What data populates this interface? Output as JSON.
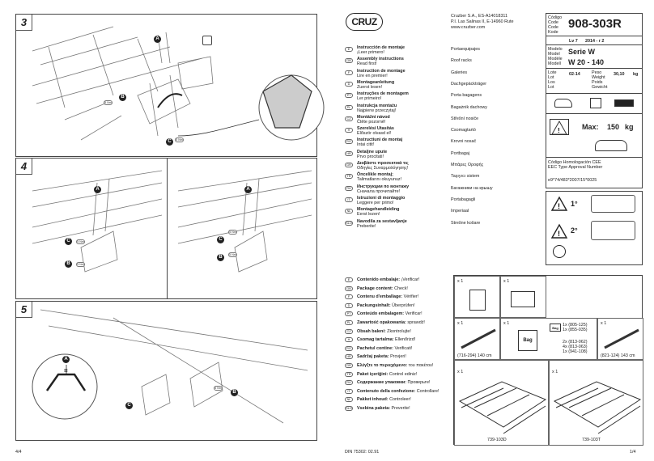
{
  "left": {
    "steps": {
      "s3": "3",
      "s4": "4",
      "s5": "5"
    },
    "torque": "5 Nm",
    "callouts": {
      "a": "A",
      "b": "B",
      "c": "C"
    },
    "page": "4/4"
  },
  "header": {
    "brand": "CRUZ",
    "company": [
      "Cruzber S.A., ES-A14018311",
      "P.I. Las Salinas II, E-14960 Rute",
      "www.cruzber.com"
    ],
    "code_labels": [
      "Código",
      "Code",
      "Code",
      "Kode"
    ],
    "code": "908-303R",
    "version": "Lv 7",
    "date": "2014 - r 2",
    "model_labels": [
      "Modelo",
      "Model",
      "Modèle",
      "Modell"
    ],
    "series": "Serie W",
    "range": "W 20 - 140",
    "lot_labels": [
      "Lote",
      "Lot",
      "Los",
      "Lot"
    ],
    "lot_value": "02-14",
    "weight_labels": [
      "Peso",
      "Weight",
      "Poids",
      "Gewicht"
    ],
    "weight_value": "30,10",
    "weight_unit": "kg",
    "max_label": "Max:",
    "max_value": "150",
    "max_unit": "kg",
    "homologation": [
      "Código Homologación CEE",
      "EEC Type Approval Number"
    ],
    "approval_number": "e9*74/483*2007/15*0025"
  },
  "languages": [
    {
      "code": "E",
      "title": "Instrucción de montaje",
      "sub": "¡Leer primero!",
      "product": "Portaequipajes"
    },
    {
      "code": "GB",
      "title": "Assembly instructions",
      "sub": "Read first!",
      "product": "Roof racks"
    },
    {
      "code": "F",
      "title": "Instruction de montage",
      "sub": "Lire en premier!",
      "product": "Galeries"
    },
    {
      "code": "D",
      "title": "Montageanleitung",
      "sub": "Zuerst lesen!",
      "product": "Dachgepäckträger"
    },
    {
      "code": "PT",
      "title": "Instruções de montagem",
      "sub": "Ler primeiro!",
      "product": "Porta bagagens"
    },
    {
      "code": "PL",
      "title": "Instrukcja montażu",
      "sub": "Najpierw przeczytaj!",
      "product": "Bagażnik dachowy"
    },
    {
      "code": "CZ",
      "title": "Montážní návod",
      "sub": "Čtěte pozorně!",
      "product": "Střešní nosiče"
    },
    {
      "code": "H",
      "title": "Szerelési Utasítás",
      "sub": "Először olvasd el!",
      "product": "Csomagtartó"
    },
    {
      "code": "RO",
      "title": "Instructiuni de montaj",
      "sub": "Intai citit!",
      "product": "Krovni nosač"
    },
    {
      "code": "HR",
      "title": "Detaljne upute",
      "sub": "Prvo procitati!",
      "product": "Portbagaj"
    },
    {
      "code": "GR",
      "title": "Διαβάστε προσεκτικά τις",
      "sub": "Οδηγίες Συναρμολόγησης!",
      "product": "Μπάρες Οροφής"
    },
    {
      "code": "TR",
      "title": "Öncelikle montaj;",
      "sub": "Talimatlarını okuyunuz!",
      "product": "Taşıyıcı sistem"
    },
    {
      "code": "RU",
      "title": "Инструкции по монтажу",
      "sub": "Сначала прочитайте!",
      "product": "Багажники на крышу"
    },
    {
      "code": "IT",
      "title": "Istruzioni di montaggio",
      "sub": "Leggere per primo!",
      "product": "Portabagagli"
    },
    {
      "code": "NL",
      "title": "Montagehandleiding",
      "sub": "Eerst lezen!",
      "product": "Imperiaal"
    },
    {
      "code": "SLO",
      "title": "Navodila za sestavljanje",
      "sub": "Preberite!",
      "product": "Strešne košare"
    }
  ],
  "package": [
    {
      "code": "E",
      "label": "Contenido embalaje:",
      "value": "¡Verificar!"
    },
    {
      "code": "GB",
      "label": "Package content:",
      "value": "Check!"
    },
    {
      "code": "F",
      "label": "Contenu d'emballage:",
      "value": "Vérifier!"
    },
    {
      "code": "D",
      "label": "Packungsinhalt:",
      "value": "Überprüfen!"
    },
    {
      "code": "PT",
      "label": "Conteúdo embalagem:",
      "value": "Verificar!"
    },
    {
      "code": "PL",
      "label": "Zawartość opakowania:",
      "value": "sprawdź!"
    },
    {
      "code": "CZ",
      "label": "Obsah balení:",
      "value": "Zkontrolujte!"
    },
    {
      "code": "H",
      "label": "Csomag tartalma:",
      "value": "Ellenőrizd!"
    },
    {
      "code": "RO",
      "label": "Pachetul contine:",
      "value": "Verificati!"
    },
    {
      "code": "HR",
      "label": "Sadržaj paketa:",
      "value": "Provjeri!"
    },
    {
      "code": "GR",
      "label": "Ελέγξτε το περιεχόμενο:",
      "value": "του πακέτου!"
    },
    {
      "code": "TR",
      "label": "Paket içeriğini:",
      "value": "Control ediniz!"
    },
    {
      "code": "RU",
      "label": "Содержание упаковки:",
      "value": "Проверьте!"
    },
    {
      "code": "IT",
      "label": "Contenuto della confezione:",
      "value": "Controllare!"
    },
    {
      "code": "NL",
      "label": "Pakket inhoud:",
      "value": "Controleer!"
    },
    {
      "code": "SLO",
      "label": "Vsebina paketa:",
      "value": "Preverite!"
    }
  ],
  "parts": {
    "qty1": "x 1",
    "bag": "Bag",
    "bag_sizes": [
      "1x (805-125)",
      "1x (855-035)",
      "2x (813-062)",
      "4x (813-063)",
      "1x (941-108)"
    ],
    "bar_left": "(716-294) 140 cm",
    "bar_right": "(821-124) 143 cm",
    "frame_left": "739-103D",
    "frame_right": "739-103T"
  },
  "footer": {
    "din": "DIN 75302: 02.91",
    "page": "1/4"
  },
  "steps_right": {
    "first": "1°",
    "second": "2°"
  }
}
